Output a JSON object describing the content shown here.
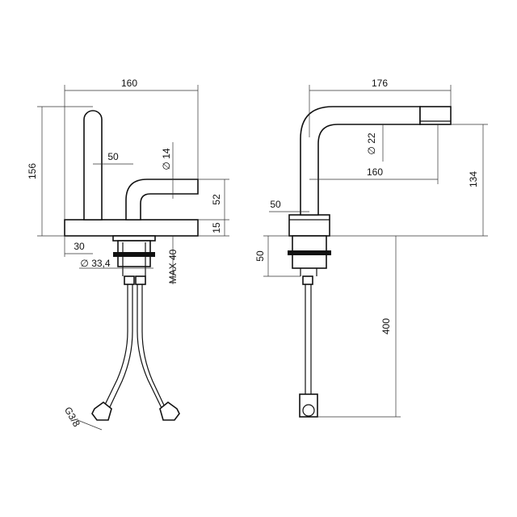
{
  "front_view": {
    "width": "160",
    "height": "156",
    "spout_offset": "50",
    "spout_diameter": "∅ 14",
    "lever_height": "52",
    "base_thickness": "15",
    "shank_offset": "30",
    "shank_diameter": "∅ 33,4",
    "max_counter": "MAX 40",
    "hose_thread": "G3/8"
  },
  "side_view": {
    "width": "176",
    "spout_diameter": "∅ 22",
    "reach": "160",
    "height": "134",
    "base_offset": "50",
    "shank_depth": "50",
    "hose_length": "400"
  }
}
